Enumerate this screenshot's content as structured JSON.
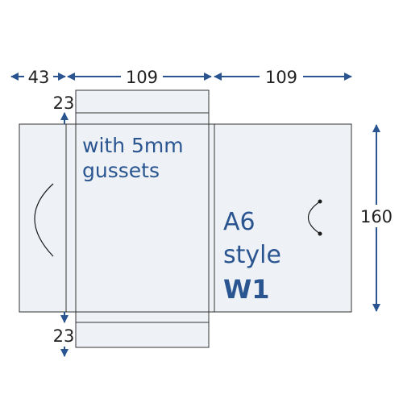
{
  "colors": {
    "accent": "#2a5590",
    "panel": "#eef2f6",
    "outline": "#333333",
    "text": "#222222"
  },
  "dimensions": {
    "side_flap_width": "43",
    "front_width": "109",
    "back_width": "109",
    "top_flap_height": "23",
    "bottom_flap_height": "23",
    "height": "160"
  },
  "labels": {
    "gusset_line1": "with 5mm",
    "gusset_line2": "gussets",
    "size": "A6",
    "style_word": "style",
    "style_code": "W1"
  }
}
